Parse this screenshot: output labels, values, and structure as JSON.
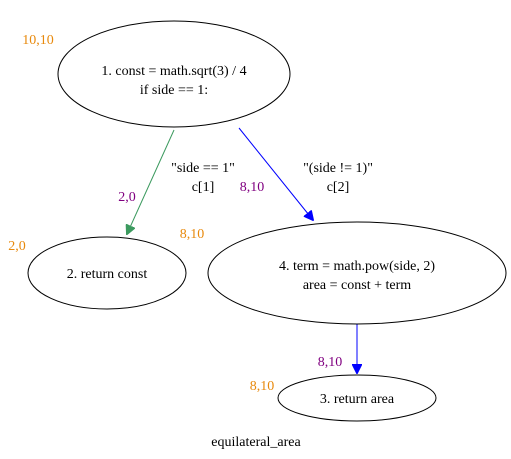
{
  "graph": {
    "title": "equilateral_area"
  },
  "nodes": [
    {
      "id": "n1",
      "lines": [
        "1. const = math.sqrt(3) / 4",
        "if side == 1:"
      ],
      "label": "10,10"
    },
    {
      "id": "n2",
      "lines": [
        "2. return const"
      ],
      "label": "2,0"
    },
    {
      "id": "n4",
      "lines": [
        "4. term = math.pow(side, 2)",
        "area = const + term"
      ],
      "label": "8,10"
    },
    {
      "id": "n3",
      "lines": [
        "3. return area"
      ],
      "label": "8,10"
    }
  ],
  "edges": [
    {
      "id": "e1",
      "from": "n1",
      "to": "n2",
      "lines": [
        "\"side == 1\"",
        "c[1]"
      ],
      "label": "2,0"
    },
    {
      "id": "e2",
      "from": "n1",
      "to": "n4",
      "lines": [
        "\"(side != 1)\"",
        "c[2]"
      ],
      "label": "8,10"
    },
    {
      "id": "e3",
      "from": "n4",
      "to": "n3",
      "lines": [],
      "label": "8,10"
    }
  ],
  "colors": {
    "node_label": "#e8890c",
    "edge_label": "#800080",
    "edge_true": "#3c9a5f",
    "edge_false": "#0000ff",
    "edge_plain": "#0000ff"
  }
}
